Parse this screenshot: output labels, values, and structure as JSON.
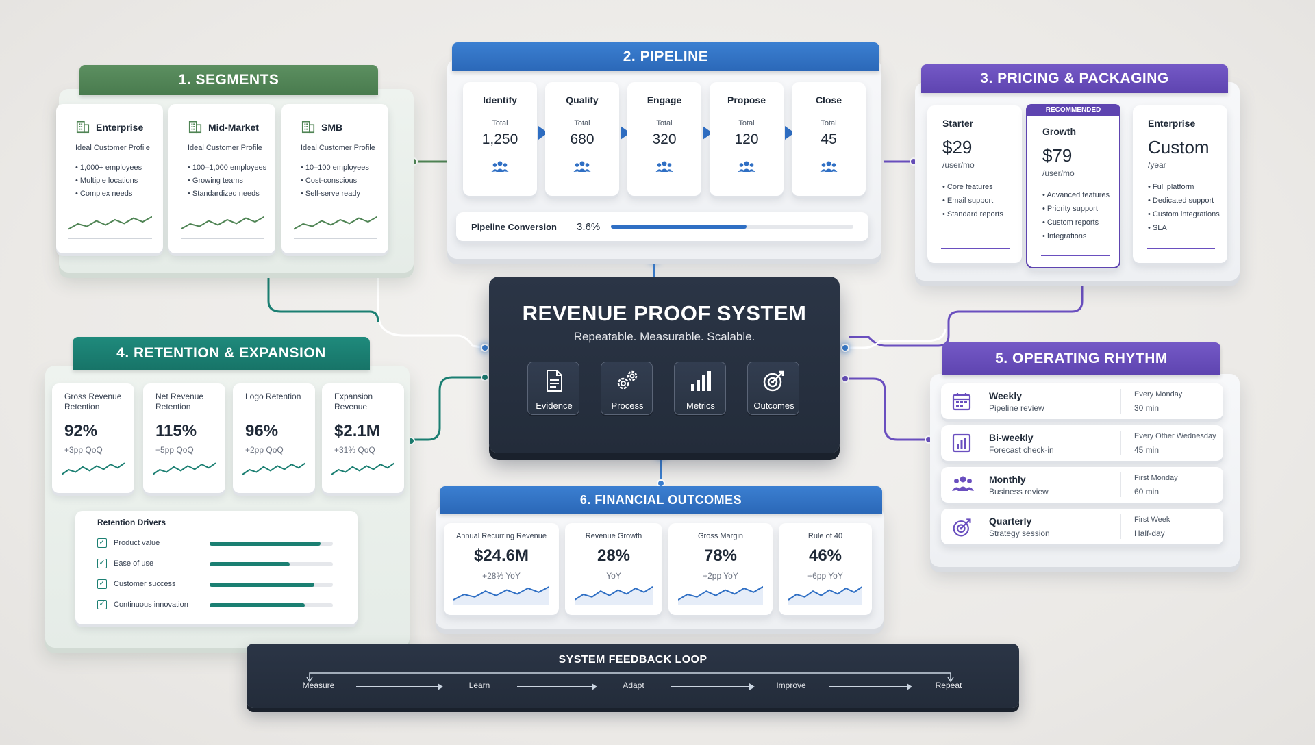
{
  "colors": {
    "green": "#4f8454",
    "blue": "#2f6fc4",
    "purple": "#6a4fbf",
    "teal": "#1b7f72",
    "navy": "#26303f"
  },
  "segments": {
    "title": "1. SEGMENTS",
    "cards": [
      {
        "name": "Enterprise",
        "icon": "building-icon",
        "subtitle": "Ideal Customer Profile",
        "bullets": [
          "1,000+ employees",
          "Multiple locations",
          "Complex needs"
        ]
      },
      {
        "name": "Mid-Market",
        "icon": "building-icon",
        "subtitle": "Ideal Customer Profile",
        "bullets": [
          "100–1,000 employees",
          "Growing teams",
          "Standardized needs"
        ]
      },
      {
        "name": "SMB",
        "icon": "building-icon",
        "subtitle": "Ideal Customer Profile",
        "bullets": [
          "10–100 employees",
          "Cost-conscious",
          "Self-serve ready"
        ]
      }
    ]
  },
  "pipeline": {
    "title": "2. PIPELINE",
    "stages": [
      {
        "name": "Identify",
        "label": "Total",
        "value": "1,250"
      },
      {
        "name": "Qualify",
        "label": "Total",
        "value": "680"
      },
      {
        "name": "Engage",
        "label": "Total",
        "value": "320"
      },
      {
        "name": "Propose",
        "label": "Total",
        "value": "120"
      },
      {
        "name": "Close",
        "label": "Total",
        "value": "45"
      }
    ],
    "conversion_label": "Pipeline Conversion",
    "conversion_value": "3.6%",
    "conversion_fill": 0.56
  },
  "pricing": {
    "title": "3. PRICING & PACKAGING",
    "recommended_badge": "RECOMMENDED",
    "plans": [
      {
        "name": "Starter",
        "price": "$29",
        "unit": "/user/mo",
        "features": [
          "Core features",
          "Email support",
          "Standard reports"
        ]
      },
      {
        "name": "Growth",
        "price": "$79",
        "unit": "/user/mo",
        "features": [
          "Advanced features",
          "Priority support",
          "Custom reports",
          "Integrations"
        ]
      },
      {
        "name": "Enterprise",
        "price": "Custom",
        "unit": "/year",
        "features": [
          "Full platform",
          "Dedicated support",
          "Custom integrations",
          "SLA"
        ]
      }
    ]
  },
  "core": {
    "title": "REVENUE PROOF SYSTEM",
    "subtitle": "Repeatable. Measurable. Scalable.",
    "items": [
      {
        "label": "Evidence",
        "icon": "document-icon"
      },
      {
        "label": "Process",
        "icon": "gears-icon"
      },
      {
        "label": "Metrics",
        "icon": "bar-chart-icon"
      },
      {
        "label": "Outcomes",
        "icon": "target-icon"
      }
    ]
  },
  "retention": {
    "title": "4. RETENTION & EXPANSION",
    "metrics": [
      {
        "label": "Gross Revenue Retention",
        "value": "92%",
        "delta": "+3pp QoQ"
      },
      {
        "label": "Net Revenue Retention",
        "value": "115%",
        "delta": "+5pp QoQ"
      },
      {
        "label": "Logo Retention",
        "value": "96%",
        "delta": "+2pp QoQ"
      },
      {
        "label": "Expansion Revenue",
        "value": "$2.1M",
        "delta": "+31% QoQ"
      }
    ],
    "drivers_title": "Retention Drivers",
    "drivers": [
      {
        "label": "Product value",
        "level": 0.9
      },
      {
        "label": "Ease of use",
        "level": 0.65
      },
      {
        "label": "Customer success",
        "level": 0.85
      },
      {
        "label": "Continuous innovation",
        "level": 0.77
      }
    ]
  },
  "rhythm": {
    "title": "5. OPERATING RHYTHM",
    "items": [
      {
        "cadence": "Weekly",
        "desc": "Pipeline review",
        "when": "Every Monday",
        "duration": "30 min",
        "icon": "calendar-icon"
      },
      {
        "cadence": "Bi-weekly",
        "desc": "Forecast check-in",
        "when": "Every Other Wednesday",
        "duration": "45 min",
        "icon": "chart-icon"
      },
      {
        "cadence": "Monthly",
        "desc": "Business review",
        "when": "First Monday",
        "duration": "60 min",
        "icon": "team-icon"
      },
      {
        "cadence": "Quarterly",
        "desc": "Strategy session",
        "when": "First Week",
        "duration": "Half-day",
        "icon": "target-icon"
      }
    ]
  },
  "financial": {
    "title": "6. FINANCIAL OUTCOMES",
    "metrics": [
      {
        "label": "Annual Recurring Revenue",
        "value": "$24.6M",
        "delta": "+28% YoY"
      },
      {
        "label": "Revenue Growth",
        "value": "28%",
        "delta": "YoY"
      },
      {
        "label": "Gross Margin",
        "value": "78%",
        "delta": "+2pp YoY"
      },
      {
        "label": "Rule of 40",
        "value": "46%",
        "delta": "+6pp YoY"
      }
    ]
  },
  "feedback": {
    "title": "SYSTEM FEEDBACK LOOP",
    "steps": [
      "Measure",
      "Learn",
      "Adapt",
      "Improve",
      "Repeat"
    ]
  }
}
